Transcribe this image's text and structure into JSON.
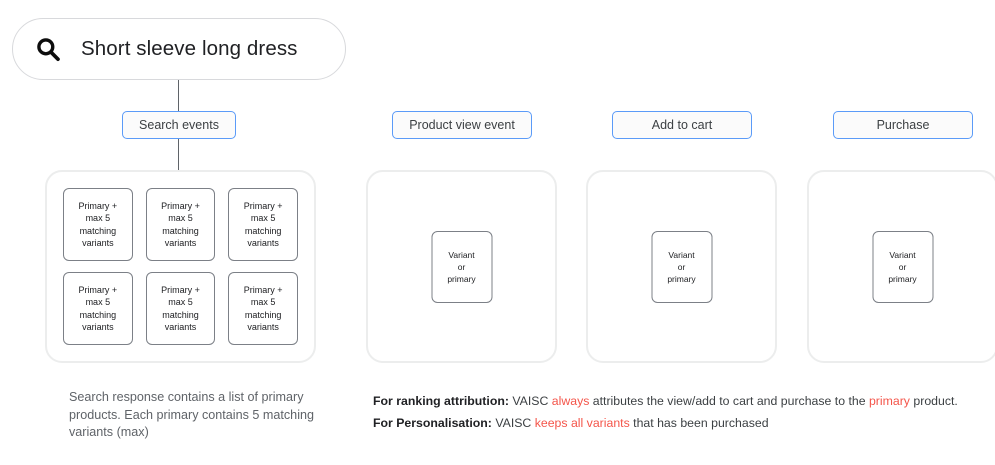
{
  "search": {
    "icon": "search-icon",
    "query": "Short sleeve long dress"
  },
  "accent_colors": {
    "badge_border": "#5b9bf8",
    "highlight_text": "#f4554a",
    "card_border": "#7c8087",
    "container_border": "#eceded",
    "body_text": "#3c4043"
  },
  "columns": [
    {
      "id": "search-events",
      "badge_label": "Search events",
      "card_label_lines": [
        "Primary +",
        "max 5",
        "matching",
        "variants"
      ],
      "card_count": 6
    },
    {
      "id": "product-view",
      "badge_label": "Product view event",
      "card_label_lines": [
        "Variant",
        "or",
        "primary"
      ],
      "card_count": 1
    },
    {
      "id": "add-to-cart",
      "badge_label": "Add to cart",
      "card_label_lines": [
        "Variant",
        "or",
        "primary"
      ],
      "card_count": 1
    },
    {
      "id": "purchase",
      "badge_label": "Purchase",
      "card_label_lines": [
        "Variant",
        "or",
        "primary"
      ],
      "card_count": 1
    }
  ],
  "caption_left": "Search response contains a list of primary products. Each primary contains 5 matching variants (max)",
  "notes": [
    {
      "label": "For ranking attribution:",
      "segments": [
        {
          "text": " VAISC ",
          "highlight": false
        },
        {
          "text": "always",
          "highlight": true
        },
        {
          "text": " attributes the view/add to cart and purchase to the ",
          "highlight": false
        },
        {
          "text": "primary",
          "highlight": true
        },
        {
          "text": " product.",
          "highlight": false
        }
      ]
    },
    {
      "label": "For Personalisation:",
      "segments": [
        {
          "text": " VAISC ",
          "highlight": false
        },
        {
          "text": "keeps all variants",
          "highlight": true
        },
        {
          "text": " that has been purchased",
          "highlight": false
        }
      ]
    }
  ]
}
